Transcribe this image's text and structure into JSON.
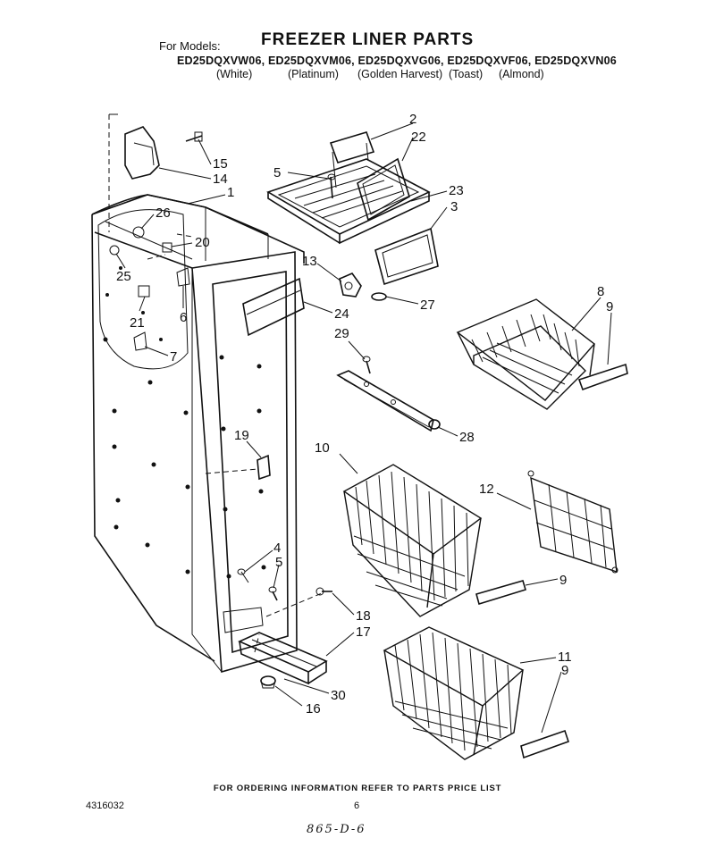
{
  "header": {
    "for_models_label": "For Models:",
    "title": "FREEZER LINER PARTS",
    "models_line": "ED25DQXVW06, ED25DQXVM06, ED25DQXVG06, ED25DQXVF06, ED25DQXVN06",
    "colors": [
      "(White)",
      "(Platinum)",
      "(Golden Harvest)",
      "(Toast)",
      "(Almond)"
    ]
  },
  "callouts": [
    {
      "id": "c2a",
      "text": "2"
    },
    {
      "id": "c22",
      "text": "22"
    },
    {
      "id": "c5a",
      "text": "5"
    },
    {
      "id": "c23",
      "text": "23"
    },
    {
      "id": "c3",
      "text": "3"
    },
    {
      "id": "c15",
      "text": "15"
    },
    {
      "id": "c14",
      "text": "14"
    },
    {
      "id": "c1",
      "text": "1"
    },
    {
      "id": "c26",
      "text": "26"
    },
    {
      "id": "c20",
      "text": "20"
    },
    {
      "id": "c25",
      "text": "25"
    },
    {
      "id": "c21",
      "text": "21"
    },
    {
      "id": "c6",
      "text": "6"
    },
    {
      "id": "c7",
      "text": "7"
    },
    {
      "id": "c13",
      "text": "13"
    },
    {
      "id": "c27",
      "text": "27"
    },
    {
      "id": "c24",
      "text": "24"
    },
    {
      "id": "c8",
      "text": "8"
    },
    {
      "id": "c9a",
      "text": "9"
    },
    {
      "id": "c29",
      "text": "29"
    },
    {
      "id": "c28",
      "text": "28"
    },
    {
      "id": "c19",
      "text": "19"
    },
    {
      "id": "c10",
      "text": "10"
    },
    {
      "id": "c12",
      "text": "12"
    },
    {
      "id": "c9b",
      "text": "9"
    },
    {
      "id": "c4",
      "text": "4"
    },
    {
      "id": "c5b",
      "text": "5"
    },
    {
      "id": "c18",
      "text": "18"
    },
    {
      "id": "c17",
      "text": "17"
    },
    {
      "id": "c11",
      "text": "11"
    },
    {
      "id": "c9c",
      "text": "9"
    },
    {
      "id": "c30",
      "text": "30"
    },
    {
      "id": "c16",
      "text": "16"
    }
  ],
  "footer": {
    "ordering_note": "FOR ORDERING INFORMATION REFER TO PARTS PRICE LIST",
    "doc_number": "4316032",
    "page_number": "6",
    "handwritten": "865-D-6"
  }
}
